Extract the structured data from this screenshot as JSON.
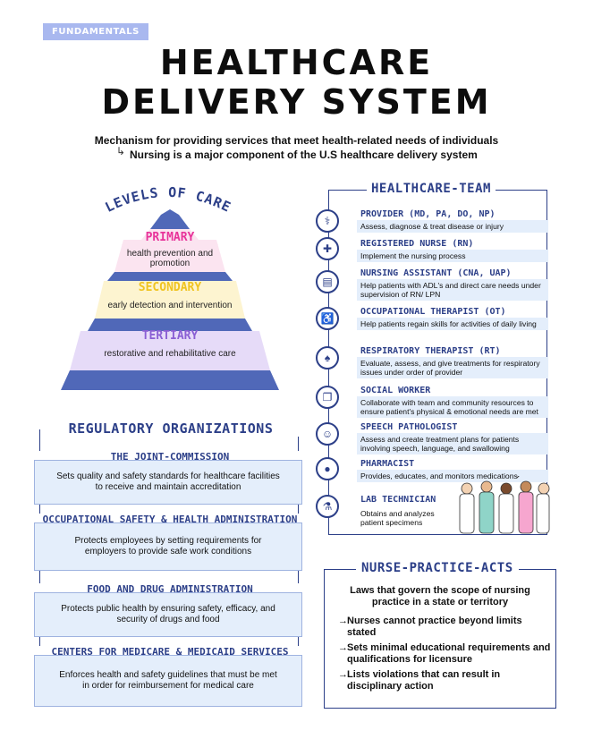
{
  "tag": "FUNDAMENTALS",
  "title_line1": "HEALTHCARE",
  "title_line2": "DELIVERY SYSTEM",
  "intro_line1": "Mechanism for providing services that meet health-related needs of individuals",
  "intro_line2": "Nursing is a major component of the U.S healthcare delivery system",
  "levels": {
    "title": "LEVELS OF CARE",
    "items": [
      {
        "label": "PRIMARY",
        "desc": "health prevention and promotion",
        "color": "#e8339a"
      },
      {
        "label": "SECONDARY",
        "desc": "early detection and intervention",
        "color": "#f0c420"
      },
      {
        "label": "TERTIARY",
        "desc": "restorative and rehabilitative care",
        "color": "#8a5fd4"
      }
    ]
  },
  "team": {
    "title": "HEALTHCARE-TEAM",
    "members": [
      {
        "name": "PROVIDER (MD, PA, DO, NP)",
        "desc": "Assess, diagnose & treat disease or injury",
        "icon": "stethoscope-icon",
        "glyph": "⚕"
      },
      {
        "name": "REGISTERED NURSE (RN)",
        "desc": "Implement the nursing process",
        "icon": "nurse-cap-icon",
        "glyph": "✚"
      },
      {
        "name": "NURSING ASSISTANT (CNA, UAP)",
        "desc": "Help patients with ADL's and direct care needs under supervision of RN/ LPN",
        "icon": "clipboard-icon",
        "glyph": "▤"
      },
      {
        "name": "OCCUPATIONAL THERAPIST (OT)",
        "desc": "Help patients regain skills for activities of daily living",
        "icon": "wheelchair-icon",
        "glyph": "♿"
      },
      {
        "name": "RESPIRATORY THERAPIST (RT)",
        "desc": "Evaluate, assess, and give treatments for respiratory issues under order of provider",
        "icon": "lungs-icon",
        "glyph": "♠"
      },
      {
        "name": "SOCIAL WORKER",
        "desc": "Collaborate with team and community resources to ensure patient's physical & emotional needs are met",
        "icon": "documents-icon",
        "glyph": "❐"
      },
      {
        "name": "SPEECH PATHOLOGIST",
        "desc": "Assess and create treatment plans for patients involving speech, language, and swallowing",
        "icon": "speech-icon",
        "glyph": "☺"
      },
      {
        "name": "PHARMACIST",
        "desc": "Provides, educates, and monitors medications",
        "icon": "pills-icon",
        "glyph": "●"
      },
      {
        "name": "LAB TECHNICIAN",
        "desc": "Obtains and analyzes patient specimens",
        "icon": "microscope-icon",
        "glyph": "⚗"
      }
    ]
  },
  "regulatory": {
    "title": "REGULATORY ORGANIZATIONS",
    "orgs": [
      {
        "name": "THE JOINT-COMMISSION",
        "desc": "Sets quality and safety standards for healthcare facilities to receive and maintain accreditation"
      },
      {
        "name": "OCCUPATIONAL SAFETY & HEALTH ADMINISTRATION",
        "desc": "Protects employees by setting requirements for employers to provide safe work conditions"
      },
      {
        "name": "FOOD AND DRUG ADMINISTRATION",
        "desc": "Protects public health by ensuring safety, efficacy, and security of drugs and food"
      },
      {
        "name": "CENTERS FOR MEDICARE & MEDICAID SERVICES",
        "desc": "Enforces health and safety guidelines that must be met in order for reimbursement for medical care"
      }
    ]
  },
  "npa": {
    "title": "NURSE-PRACTICE-ACTS",
    "subtitle": "Laws that govern the scope of nursing practice in a state or territory",
    "items": [
      "Nurses cannot practice beyond limits stated",
      "Sets minimal educational requirements and qualifications for licensure",
      "Lists violations that can result in disciplinary action"
    ]
  },
  "colors": {
    "accent": "#2c3f88",
    "light_blue": "#e4eefb",
    "pyramid_blue": "#5068b8"
  }
}
